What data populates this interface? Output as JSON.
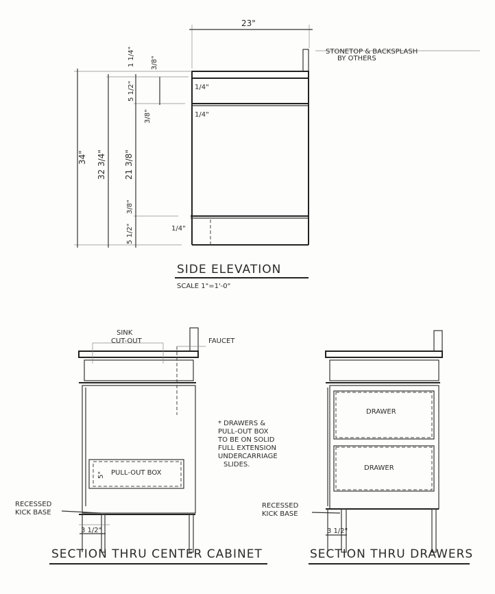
{
  "side_elevation": {
    "title": "SIDE ELEVATION",
    "scale": "SCALE 1\"=1'-0\"",
    "note_line1": "STONETOP & BACKSPLASH",
    "note_line2": "BY OTHERS",
    "dims": {
      "depth": "23\"",
      "total_height": "34\"",
      "cabinet_height": "32 3/4\"",
      "counter": "1 1/4\"",
      "top_rail_gap": "3/8\"",
      "top_drawer": "5 1/2\"",
      "reveal_top": "1/4\"",
      "rail_gap": "3/8\"",
      "reveal_mid": "1/4\"",
      "door": "21 3/8\"",
      "toe_gap": "3/8\"",
      "toe_kick": "5 1/2\"",
      "reveal_bottom": "1/4\""
    }
  },
  "section_center": {
    "title": "SECTION THRU CENTER CABINET",
    "sink_label_1": "SINK",
    "sink_label_2": "CUT-OUT",
    "faucet_label": "FAUCET",
    "pullout_label": "PULL-OUT BOX",
    "pullout_dim": "5\"",
    "kick_label_1": "RECESSED",
    "kick_label_2": "KICK BASE",
    "kick_dim": "3 1/2\""
  },
  "note": {
    "lines": [
      "* DRAWERS &",
      "PULL-OUT BOX",
      "TO BE ON SOLID",
      "FULL EXTENSION",
      "UNDERCARRIAGE",
      "SLIDES."
    ]
  },
  "section_drawers": {
    "title": "SECTION THRU DRAWERS",
    "drawer_1": "DRAWER",
    "drawer_2": "DRAWER",
    "kick_label_1": "RECESSED",
    "kick_label_2": "KICK BASE",
    "kick_dim": "3 1/2\""
  }
}
